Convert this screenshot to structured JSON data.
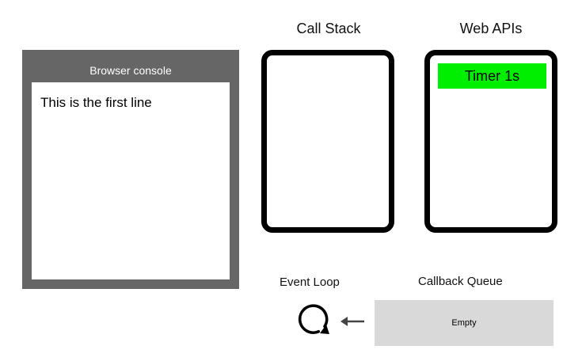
{
  "console": {
    "title": "Browser console",
    "lines": [
      "This is the first line"
    ]
  },
  "call_stack": {
    "label": "Call Stack",
    "items": []
  },
  "web_apis": {
    "label": "Web APIs",
    "items": [
      "Timer 1s"
    ]
  },
  "event_loop": {
    "label": "Event Loop",
    "icon": "refresh-loop-icon"
  },
  "callback_queue": {
    "label": "Callback Queue",
    "content": "Empty",
    "arrow_icon": "left-arrow-icon"
  },
  "colors": {
    "console_frame": "#666666",
    "timer_highlight": "#00ee00",
    "queue_background": "#d9d9d9",
    "panel_border": "#000000"
  }
}
